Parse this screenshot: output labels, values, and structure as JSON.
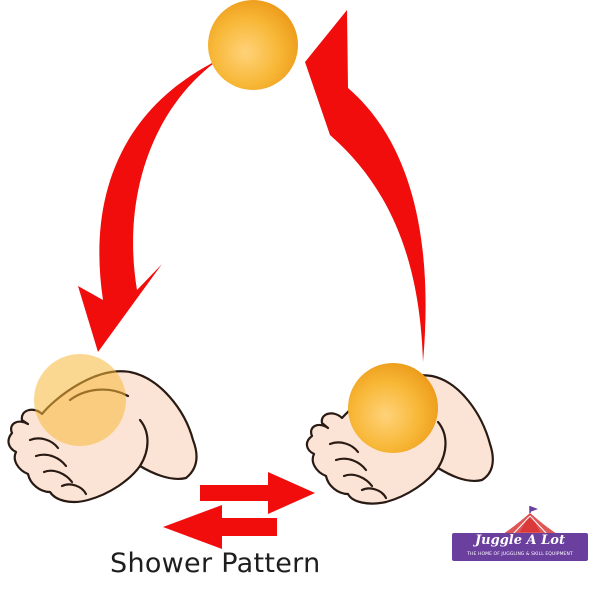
{
  "caption": "Shower Pattern",
  "logo": {
    "title": "Juggle A Lot",
    "subtitle": "THE HOME OF JUGGLING & SKILL EQUIPMENT"
  },
  "colors": {
    "arrow": "#f20d0d",
    "ball": "#f5b830",
    "skin": "#fbe4d5",
    "outline": "#2a1a14",
    "logo_purple": "#6b3f9e",
    "logo_red": "#d9383a"
  },
  "icons": [
    "ball-icon",
    "hand-icon",
    "curved-arrow-icon",
    "pass-arrow-icon",
    "circus-tent-icon"
  ]
}
